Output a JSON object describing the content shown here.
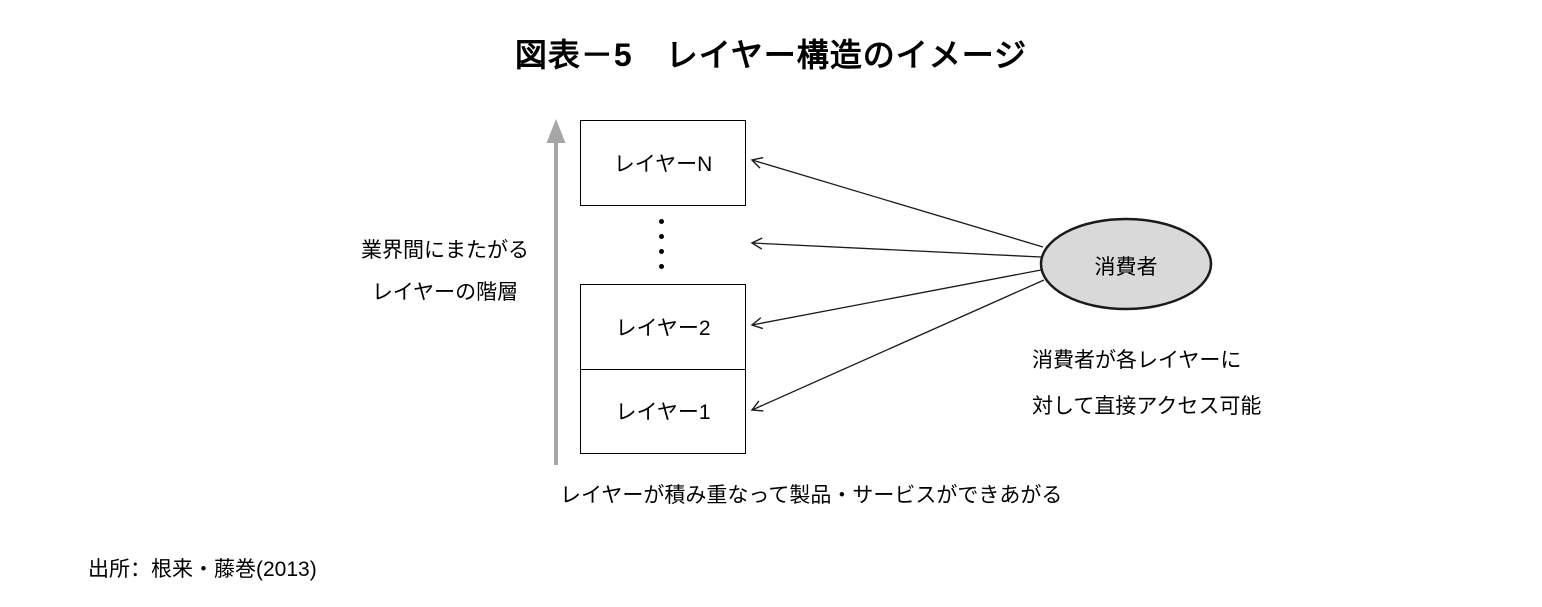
{
  "title": "図表－5　レイヤー構造のイメージ",
  "diagram": {
    "boxes": [
      {
        "label": "レイヤーN"
      },
      {
        "label": "レイヤー2"
      },
      {
        "label": "レイヤー1"
      }
    ],
    "vertical_dots_icon": "vertical-ellipsis",
    "left_label_line1": "業界間にまたがる",
    "left_label_line2": "レイヤーの階層",
    "ellipse_label": "消費者",
    "right_caption_line1": "消費者が各レイヤーに",
    "right_caption_line2": "対して直接アクセス可能",
    "bottom_caption": "レイヤーが積み重なって製品・サービスができあがる"
  },
  "colors": {
    "ellipse_fill": "#d9d9d9",
    "axis_arrow": "#a6a6a6",
    "line": "#1a1a1a"
  },
  "source": "出所：根来・藤巻(2013)"
}
